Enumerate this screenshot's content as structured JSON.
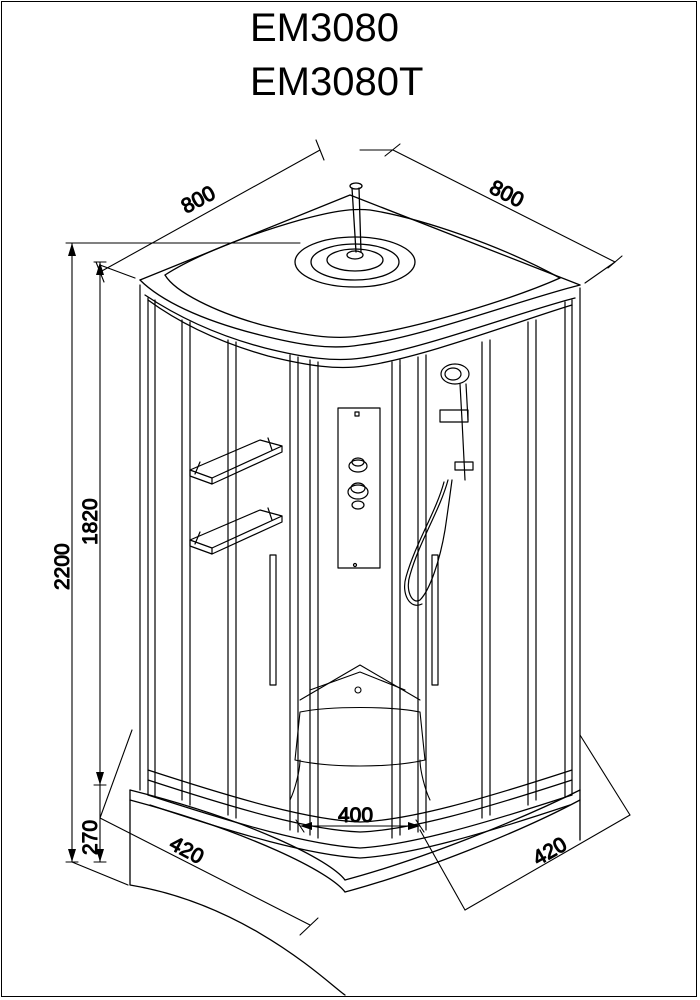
{
  "title": {
    "model_1": "EM3080",
    "model_2": "EM3080T"
  },
  "dimensions": {
    "width_left": "800",
    "width_right": "800",
    "total_height": "2200",
    "cabin_height": "1820",
    "tray_height": "270",
    "tray_side_left": "420",
    "tray_side_right": "420",
    "door_opening": "400"
  },
  "colors": {
    "line": "#000000",
    "background": "#ffffff"
  }
}
